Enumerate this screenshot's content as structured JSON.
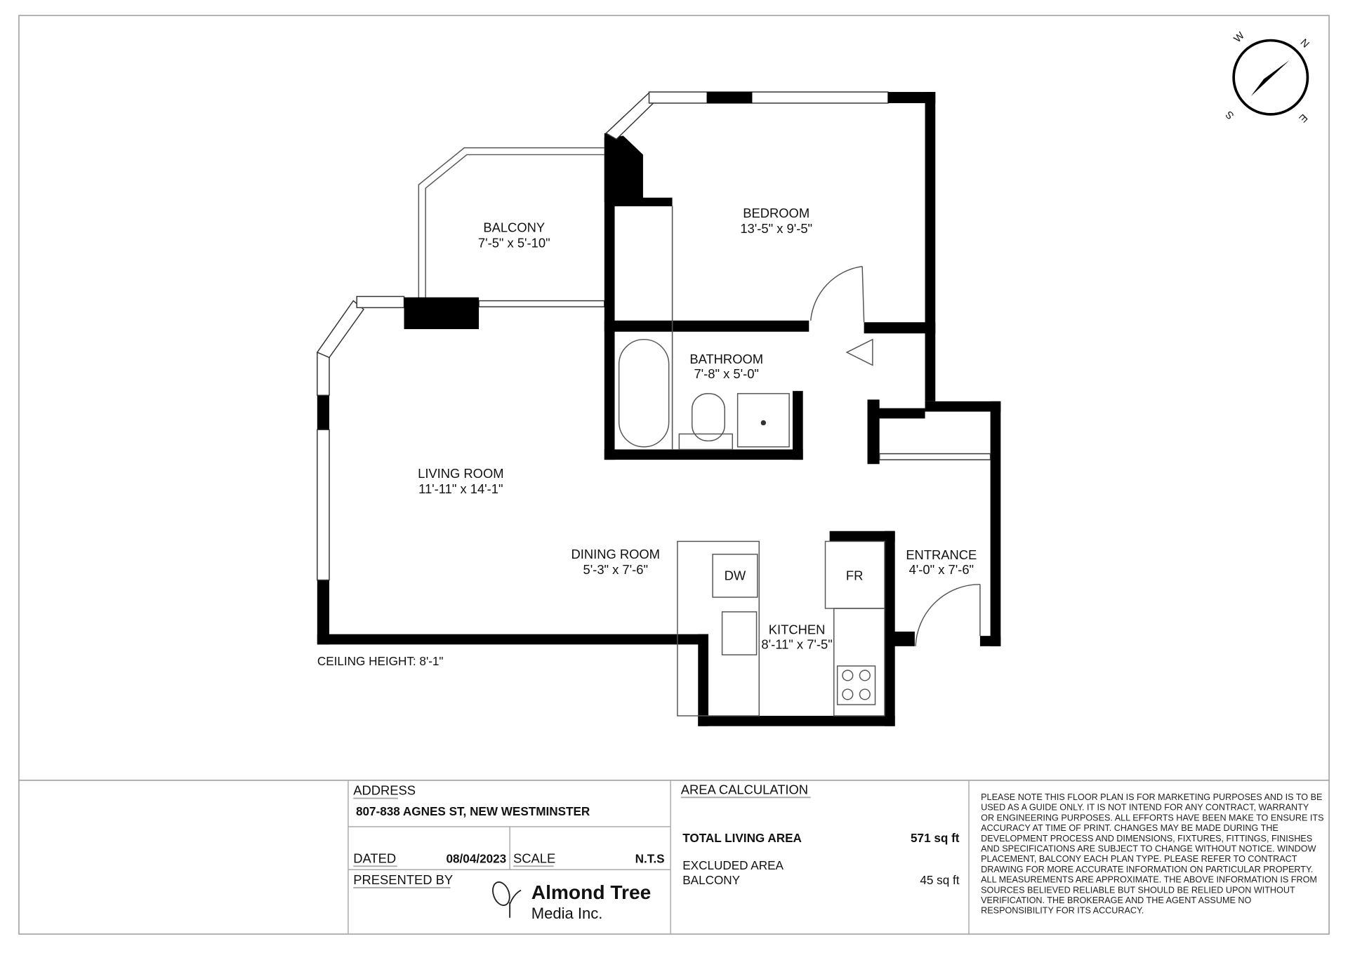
{
  "compass": {
    "icon": "compass-icon",
    "letters": [
      "W",
      "N",
      "S",
      "E"
    ]
  },
  "rooms": [
    {
      "name": "BALCONY",
      "dims": "7'-5\" x 5'-10\""
    },
    {
      "name": "BEDROOM",
      "dims": "13'-5\" x 9'-5\""
    },
    {
      "name": "BATHROOM",
      "dims": "7'-8\" x 5'-0\""
    },
    {
      "name": "LIVING ROOM",
      "dims": "11'-11\" x 14'-1\""
    },
    {
      "name": "DINING ROOM",
      "dims": "5'-3\" x 7'-6\""
    },
    {
      "name": "KITCHEN",
      "dims": "8'-11\" x 7'-5\""
    },
    {
      "name": "ENTRANCE",
      "dims": "4'-0\" x 7'-6\""
    }
  ],
  "fixtures": {
    "dishwasher": "DW",
    "fridge": "FR"
  },
  "ceiling_height": "CEILING HEIGHT: 8'-1\"",
  "title_block": {
    "address_label": "ADDRESS",
    "address": "807-838 AGNES ST, NEW WESTMINSTER",
    "dated_label": "DATED",
    "dated": "08/04/2023",
    "scale_label": "SCALE",
    "scale": "N.T.S",
    "presented_label": "PRESENTED BY",
    "logo_line1": "Almond Tree",
    "logo_line2": "Media Inc.",
    "area_label": "AREA CALCULATION",
    "total_label": "TOTAL LIVING AREA",
    "total_value": "571 sq ft",
    "excluded_label": "EXCLUDED AREA",
    "balcony_label": "BALCONY",
    "balcony_value": "45 sq ft"
  },
  "disclaimer": [
    "PLEASE NOTE THIS FLOOR PLAN IS FOR MARKETING PURPOSES AND IS TO BE",
    "USED AS A GUIDE ONLY. IT IS NOT INTEND FOR ANY CONTRACT, WARRANTY",
    "OR ENGINEERING PURPOSES. ALL EFFORTS HAVE BEEN MAKE TO ENSURE ITS",
    "ACCURACY AT TIME OF PRINT. CHANGES MAY BE MADE DURING THE",
    "DEVELOPMENT PROCESS AND DIMENSIONS, FIXTURES, FITTINGS, FINISHES",
    "AND SPECIFICATIONS ARE SUBJECT TO CHANGE WITHOUT NOTICE. WINDOW",
    "PLACEMENT, BALCONY EACH PLAN TYPE. PLEASE REFER TO CONTRACT",
    "DRAWING FOR MORE ACCURATE INFORMATION ON PARTICULAR PROPERTY.",
    "ALL MEASUREMENTS ARE APPROXIMATE. THE ABOVE INFORMATION IS FROM",
    "SOURCES BELIEVED RELIABLE BUT SHOULD BE RELIED UPON WITHOUT",
    "VERIFICATION. THE BROKERAGE AND THE AGENT ASSUME NO",
    "RESPONSIBILITY FOR ITS ACCURACY."
  ]
}
